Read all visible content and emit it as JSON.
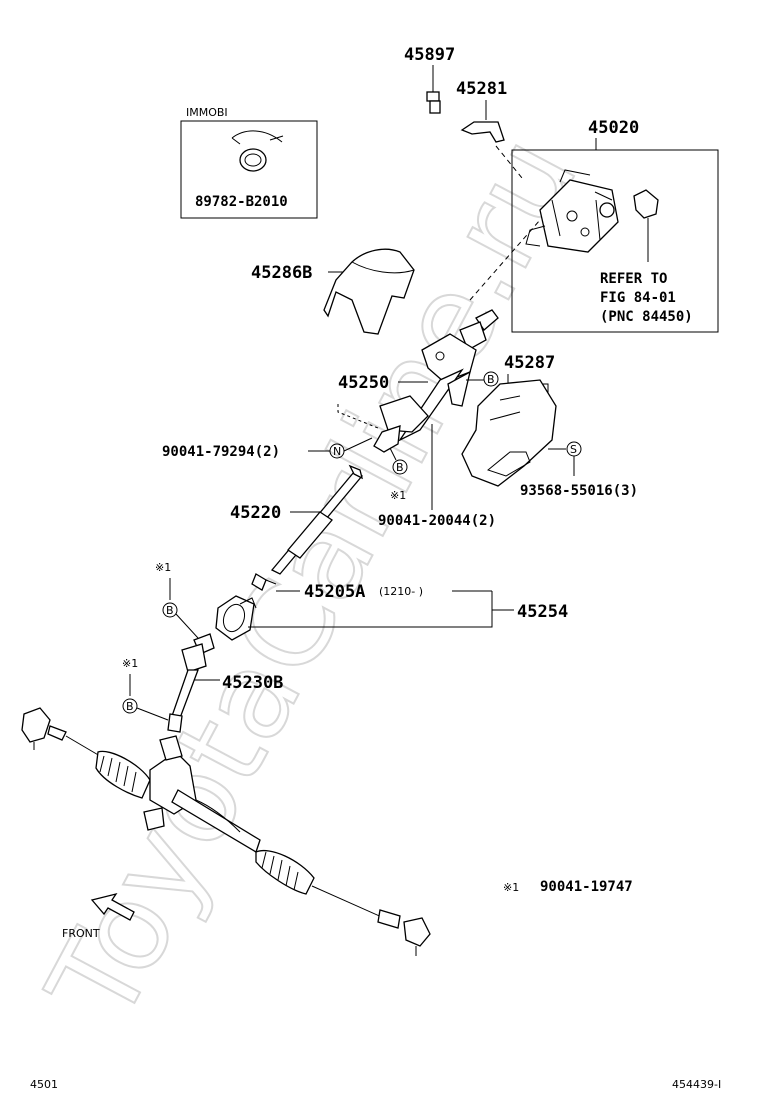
{
  "watermark": "ToyotaCarline.ru",
  "boxes": {
    "immobi": {
      "header": "IMMOBI",
      "part": "89782-B2010"
    },
    "refer": {
      "part": "45020",
      "line1": "REFER TO",
      "line2": "FIG 84-01",
      "line3": "(PNC 84450)"
    }
  },
  "labels": {
    "p45897": "45897",
    "p45281": "45281",
    "p45286B": "45286B",
    "p45250": "45250",
    "p45287": "45287",
    "p90041_79294": "90041-79294(2)",
    "p93568_55016": "93568-55016(3)",
    "p90041_20044": "90041-20044(2)",
    "p45220": "45220",
    "p45205A": "45205A",
    "p45205A_note": "(1210-    )",
    "p45254": "45254",
    "p45230B": "45230B",
    "note_marker": "※1",
    "note_part": "90041-19747"
  },
  "callouts": {
    "n": "N",
    "b": "B",
    "s": "S",
    "x1": "※1"
  },
  "front": "FRONT",
  "footer": {
    "left": "4501",
    "right": "454439-I"
  }
}
